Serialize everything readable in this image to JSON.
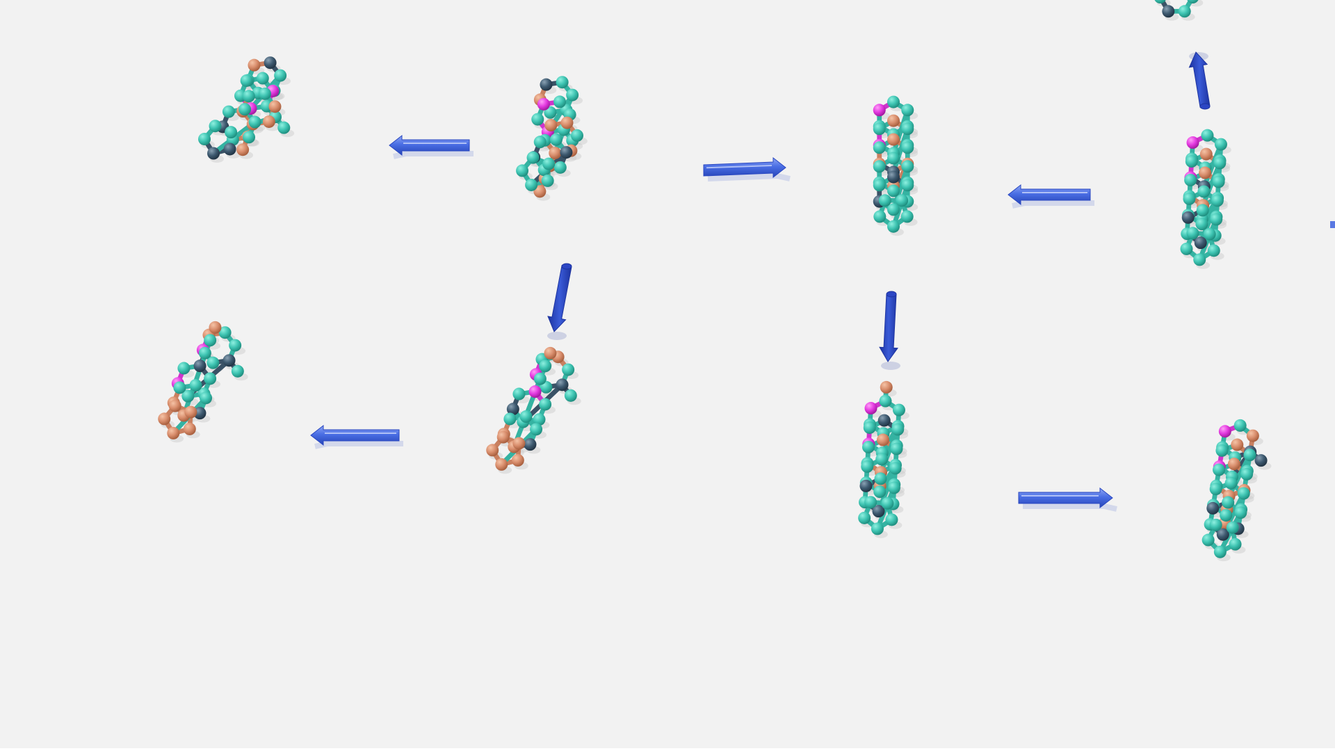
{
  "scene": {
    "background_color": "#f2f2f2",
    "description_tags": [
      "molecule-structures",
      "reaction-arrows"
    ],
    "palette": {
      "teal": "#3ec4b2",
      "copper": "#d98e6d",
      "magenta": "#e43ae0",
      "slate": "#3e5a70",
      "arrow": "#3156d6",
      "arrow_light": "#6f8cec"
    },
    "molecule_count": 9,
    "arrow_count": 9
  }
}
